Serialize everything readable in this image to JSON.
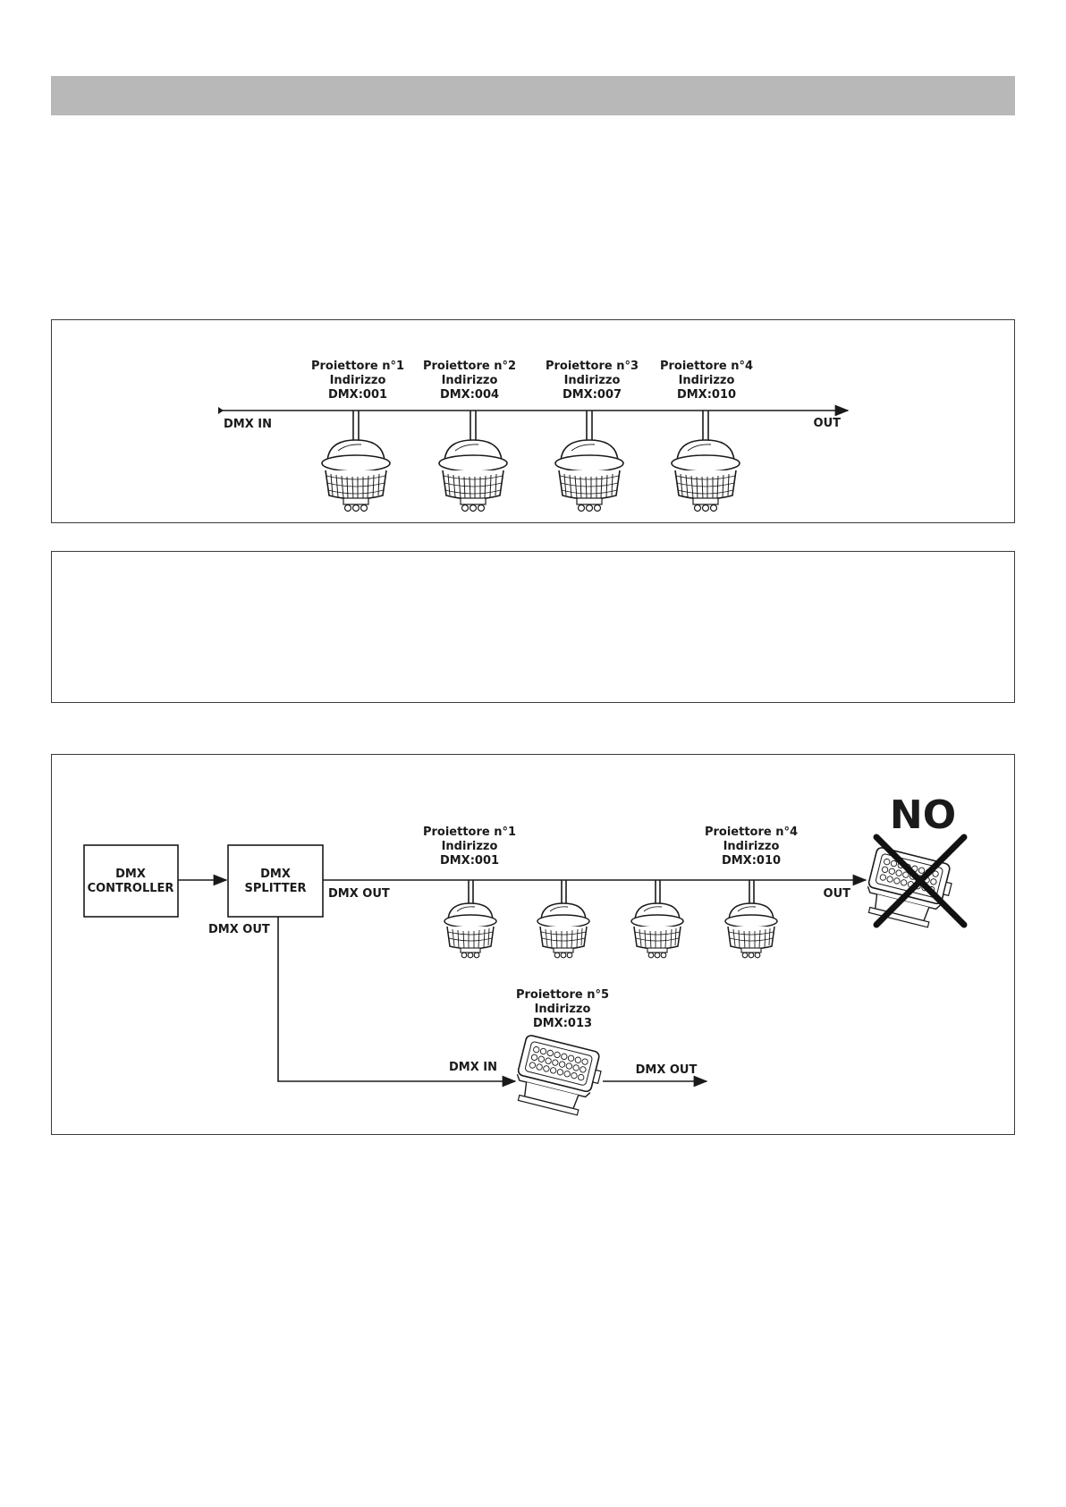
{
  "diagram1": {
    "input_label": "DMX IN",
    "output_label": "OUT",
    "fixtures": [
      {
        "name": "Proiettore n°1",
        "addr_label": "Indirizzo",
        "addr": "DMX:001"
      },
      {
        "name": "Proiettore n°2",
        "addr_label": "Indirizzo",
        "addr": "DMX:004"
      },
      {
        "name": "Proiettore n°3",
        "addr_label": "Indirizzo",
        "addr": "DMX:007"
      },
      {
        "name": "Proiettore n°4",
        "addr_label": "Indirizzo",
        "addr": "DMX:010"
      }
    ]
  },
  "diagram2": {
    "controller": {
      "line1": "DMX",
      "line2": "CONTROLLER"
    },
    "splitter": {
      "line1": "DMX",
      "line2": "SPLITTER"
    },
    "splitter_out_right": "DMX OUT",
    "splitter_out_bottom": "DMX OUT",
    "chain_out_label": "OUT",
    "no_label": "NO",
    "fixture1": {
      "name": "Proiettore n°1",
      "addr_label": "Indirizzo",
      "addr": "DMX:001"
    },
    "fixture4": {
      "name": "Proiettore n°4",
      "addr_label": "Indirizzo",
      "addr": "DMX:010"
    },
    "fixture5": {
      "name": "Proiettore n°5",
      "addr_label": "Indirizzo",
      "addr": "DMX:013",
      "in_label": "DMX IN",
      "out_label": "DMX OUT"
    }
  }
}
